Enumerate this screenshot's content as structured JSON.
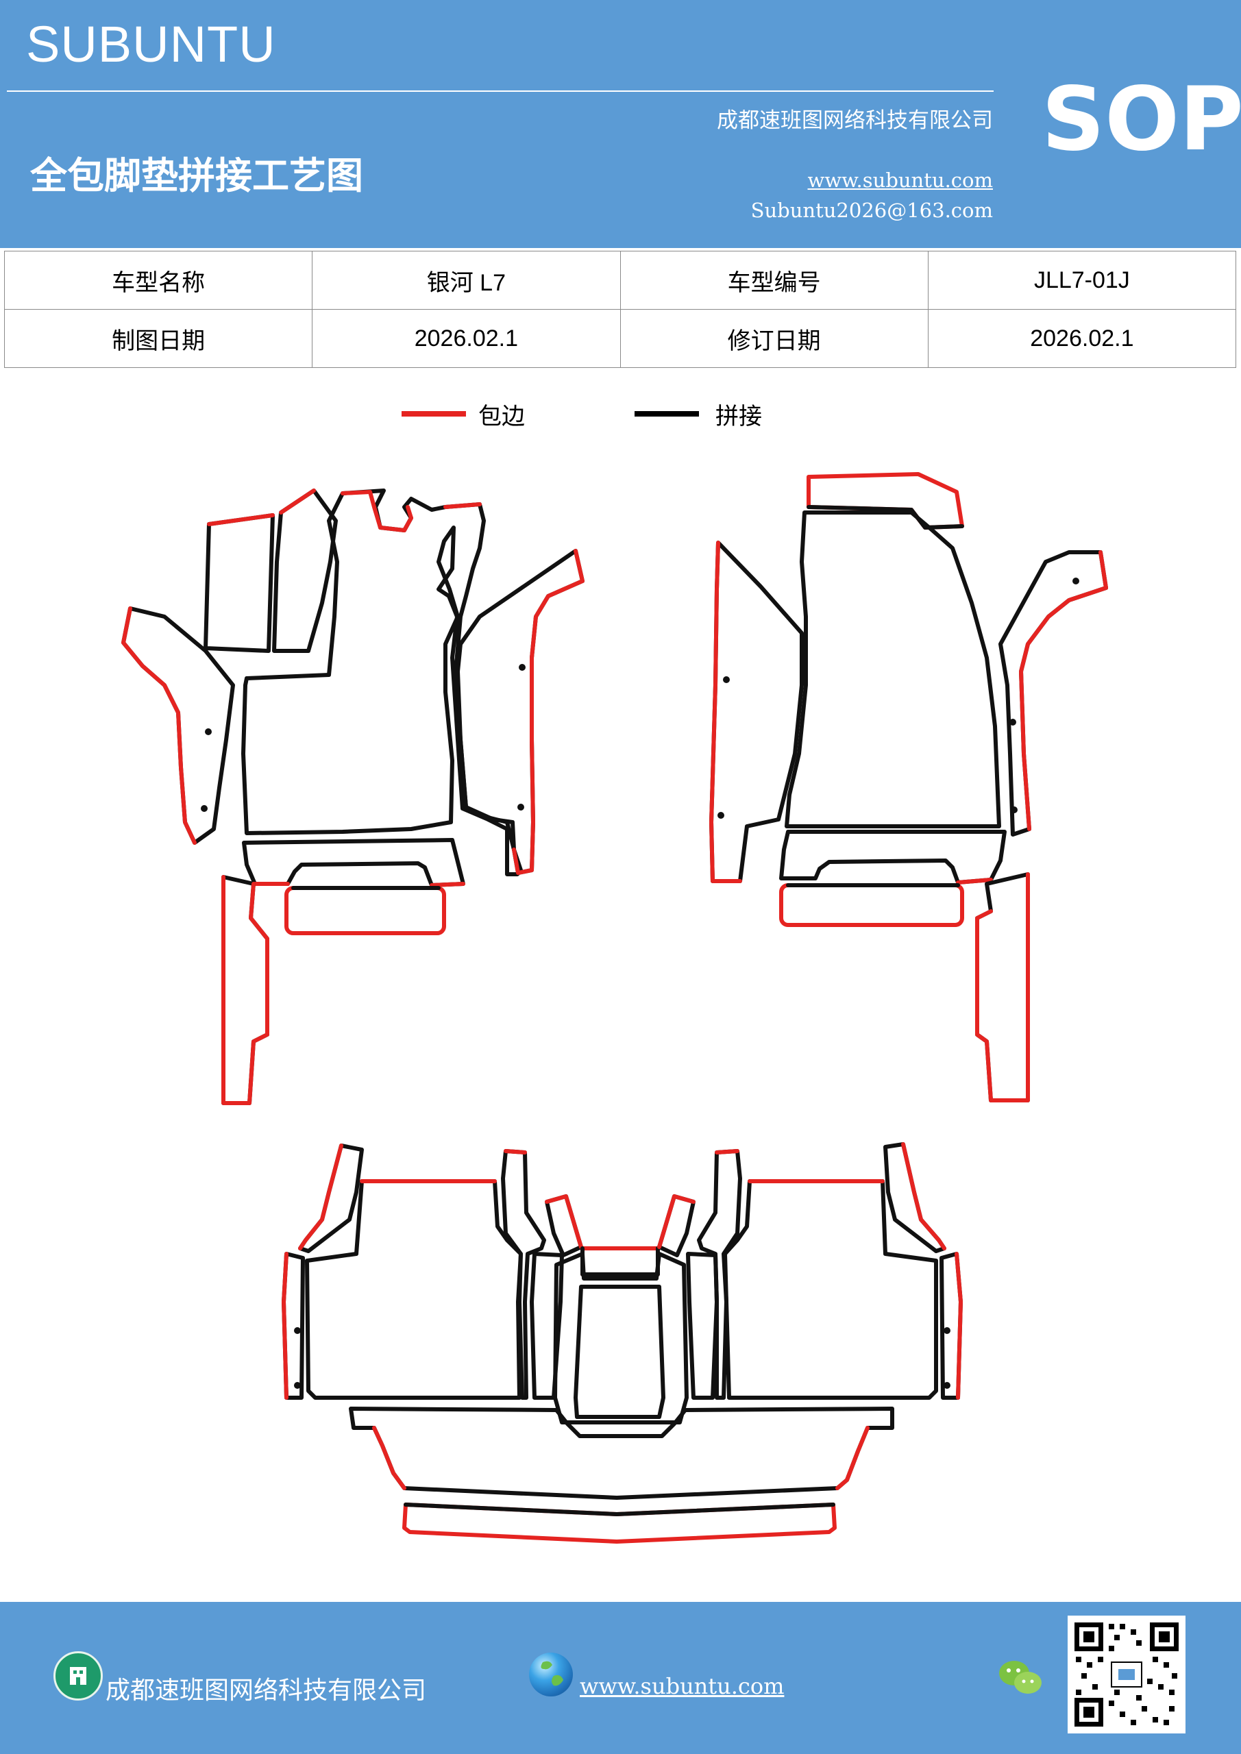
{
  "header": {
    "brand": "SUBUNTU",
    "company": "成都速班图网络科技有限公司",
    "title": "全包脚垫拼接工艺图",
    "website": "www.subuntu.com",
    "email": "Subuntu2026@163.com",
    "badge": "SOP"
  },
  "info_table": {
    "rows": [
      {
        "label1": "车型名称",
        "value1": "银河 L7",
        "label2": "车型编号",
        "value2": "JLL7-01J"
      },
      {
        "label1": "制图日期",
        "value1": "2026.02.1",
        "label2": "修订日期",
        "value2": "2026.02.1"
      }
    ]
  },
  "legend": {
    "items": [
      {
        "label": "包边",
        "color": "#e52421"
      },
      {
        "label": "拼接",
        "color": "#000000"
      }
    ]
  },
  "colors": {
    "banner": "#5b9bd5",
    "edge_binding": "#e52421",
    "seam": "#111111"
  },
  "footer": {
    "company": "成都速班图网络科技有限公司",
    "website": "www.subuntu.com"
  },
  "icons": {
    "footer_company": "building-icon",
    "footer_website": "globe-icon",
    "footer_social": "wechat-icon",
    "footer_code": "qr-code-icon"
  }
}
